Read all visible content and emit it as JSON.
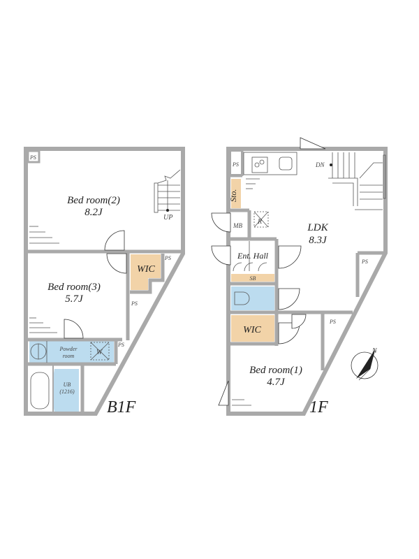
{
  "floors": [
    {
      "label": "B1F",
      "rooms": {
        "bedroom2": {
          "name": "Bed room(2)",
          "size": "8.2J"
        },
        "bedroom3": {
          "name": "Bed room(3)",
          "size": "5.7J"
        },
        "wic": "WIC",
        "powder": {
          "line1": "Powder",
          "line2": "room"
        },
        "ub": {
          "line1": "UB",
          "line2": "(1216)"
        },
        "ps": [
          "PS",
          "PS",
          "PS",
          "PS"
        ],
        "stairs": "UP",
        "washer": "W"
      }
    },
    {
      "label": "1F",
      "rooms": {
        "ldk": {
          "name": "LDK",
          "size": "8.3J"
        },
        "bedroom1": {
          "name": "Bed room(1)",
          "size": "4.7J"
        },
        "wic": "WIC",
        "sto": "Sto.",
        "mb": "MB",
        "hall": "Ent. Hall",
        "sb": "SB",
        "fridge": "R",
        "ps": [
          "PS",
          "PS",
          "PS"
        ],
        "stairs": "DN"
      }
    }
  ],
  "compass": "N",
  "colors": {
    "wall": "#a9a9a9",
    "wet": "#bcdcef",
    "storage": "#f2d3a8"
  }
}
